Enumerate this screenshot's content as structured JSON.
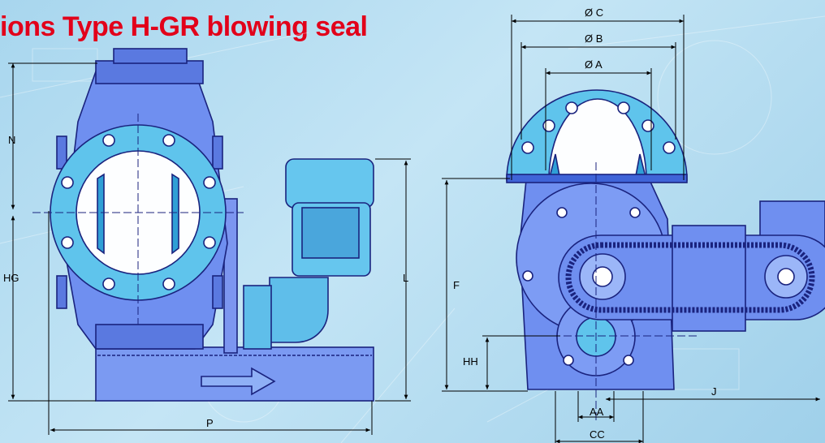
{
  "title": "ions Type H-GR blowing seal",
  "colors": {
    "background": "#b6ddf2",
    "body_fill": "#6f8ff0",
    "flange_fill": "#5fc4ec",
    "outline": "#1a237e",
    "title": "#e2001a"
  },
  "left_view": {
    "dimensions": {
      "n": "N",
      "hg": "HG",
      "l": "L",
      "p": "P"
    }
  },
  "right_view": {
    "dimensions": {
      "dc": "Ø C",
      "db": "Ø B",
      "da": "Ø A",
      "f": "F",
      "hh": "HH",
      "j": "J",
      "aa": "AA",
      "cc": "CC"
    }
  }
}
